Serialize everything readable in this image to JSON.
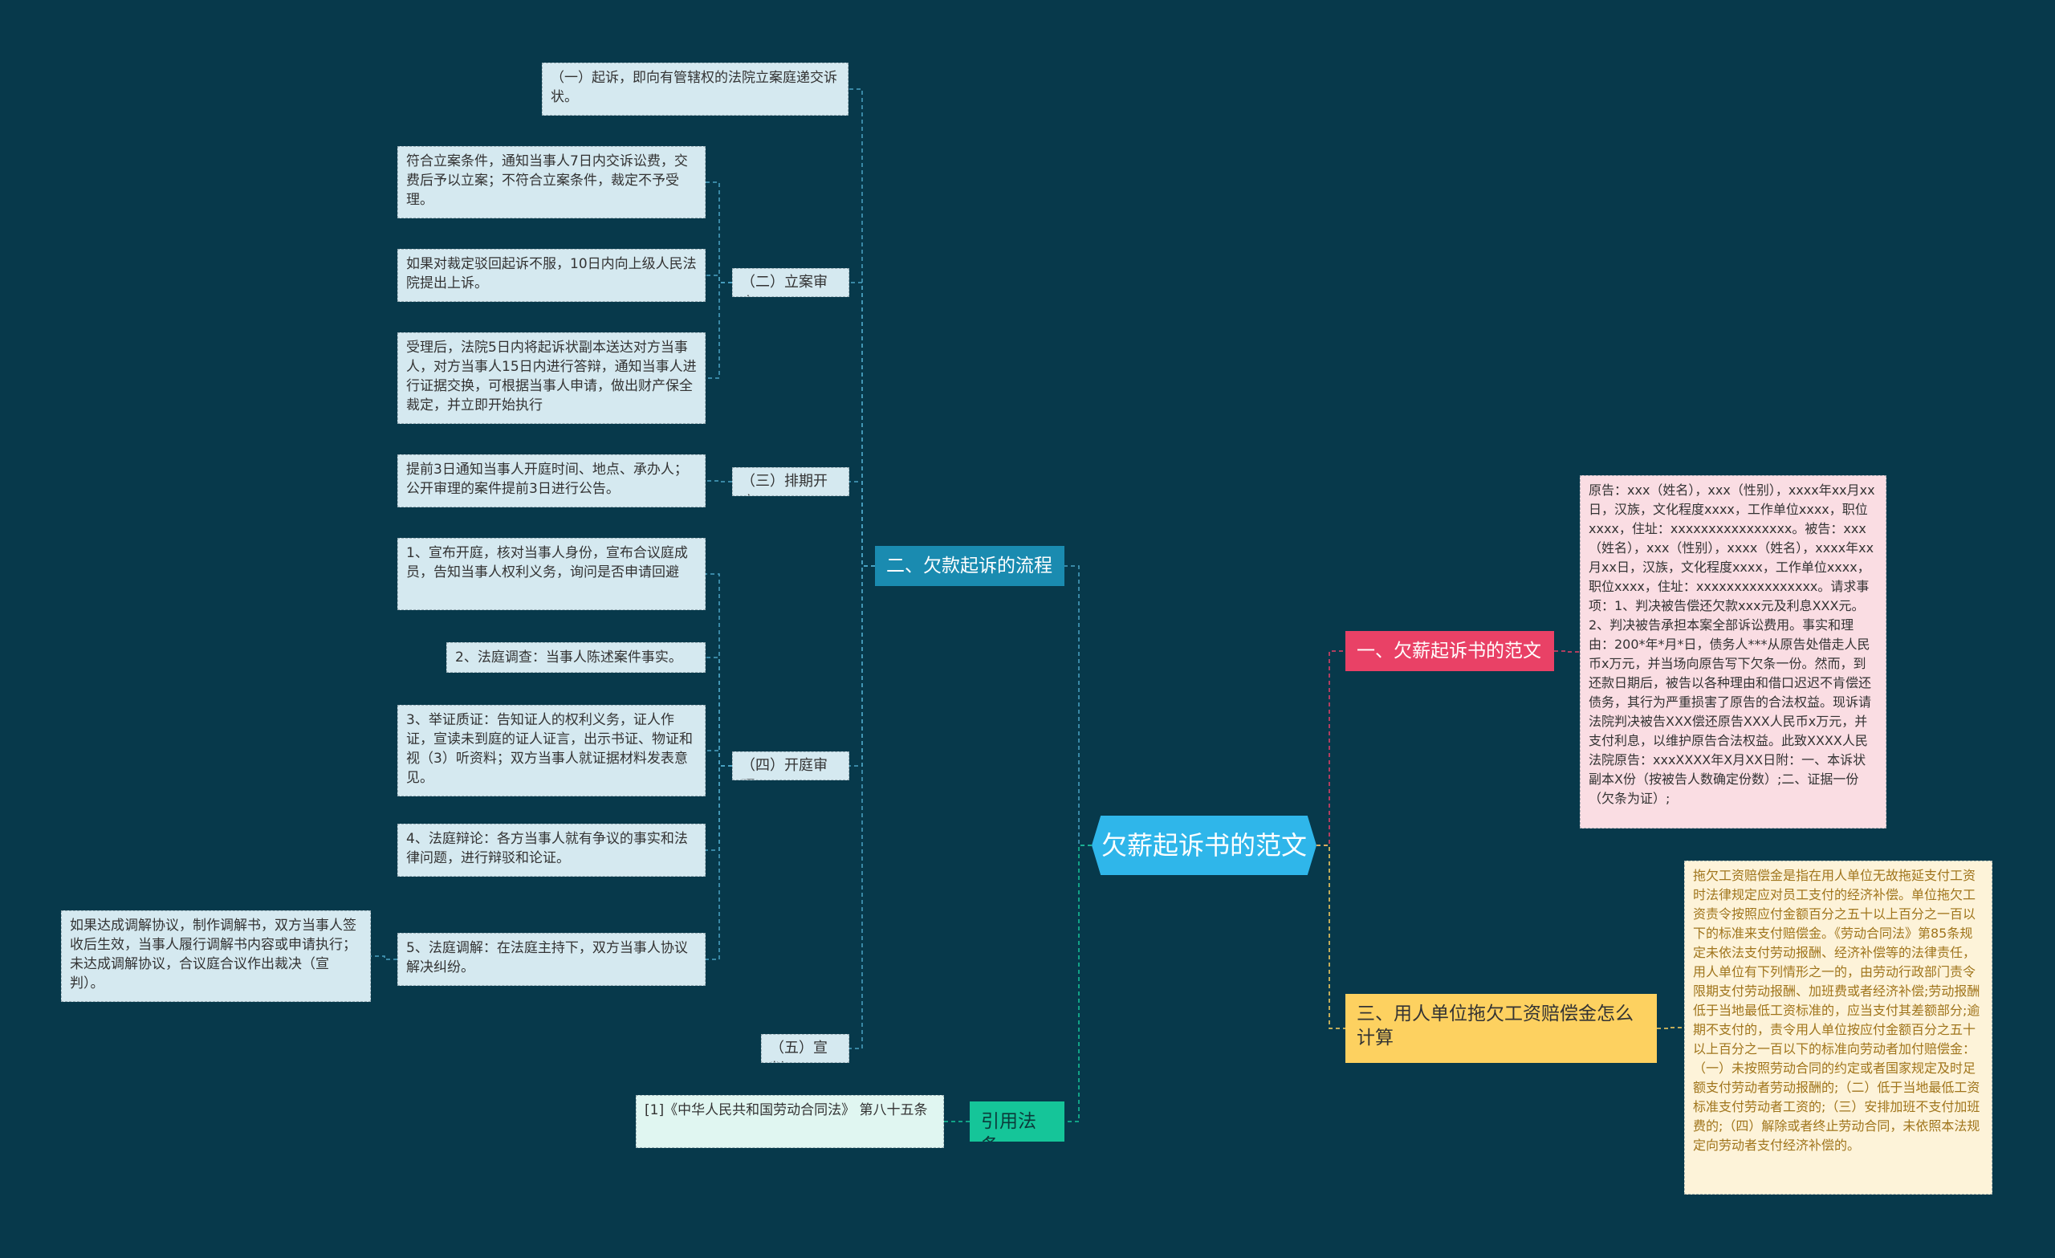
{
  "root": {
    "label": "欠薪起诉书的范文"
  },
  "branch_process": {
    "label": "二、欠款起诉的流程",
    "step1": {
      "label": "（一）起诉，即向有管辖权的法院立案庭递交诉状。"
    },
    "step2": {
      "label": "（二）立案审查",
      "items": [
        "符合立案条件，通知当事人7日内交诉讼费，交费后予以立案；不符合立案条件，裁定不予受理。",
        "如果对裁定驳回起诉不服，10日内向上级人民法院提出上诉。",
        "受理后，法院5日内将起诉状副本送达对方当事人，对方当事人15日内进行答辩，通知当事人进行证据交换，可根据当事人申请，做出财产保全裁定，并立即开始执行"
      ]
    },
    "step3": {
      "label": "（三）排期开庭",
      "items": [
        "提前3日通知当事人开庭时间、地点、承办人；公开审理的案件提前3日进行公告。"
      ]
    },
    "step4": {
      "label": "（四）开庭审理",
      "items": [
        "1、宣布开庭，核对当事人身份，宣布合议庭成员，告知当事人权利义务，询问是否申请回避",
        "2、法庭调查：当事人陈述案件事实。",
        "3、举证质证：告知证人的权利义务，证人作证，宣读未到庭的证人证言，出示书证、物证和视（3）听资料；双方当事人就证据材料发表意见。",
        "4、法庭辩论：各方当事人就有争议的事实和法律问题，进行辩驳和论证。",
        "5、法庭调解：在法庭主持下，双方当事人协议解决纠纷。"
      ],
      "mediation_note": "如果达成调解协议，制作调解书，双方当事人签收后生效，当事人履行调解书内容或申请执行；未达成调解协议，合议庭合议作出裁决（宣判）。"
    },
    "step5": {
      "label": "（五）宣判"
    }
  },
  "branch_law": {
    "label": "引用法条",
    "citation": "[1]《中华人民共和国劳动合同法》 第八十五条"
  },
  "branch_sample": {
    "label": "一、欠薪起诉书的范文",
    "detail": "原告：xxx（姓名），xxx（性别），xxxx年xx月xx日，汉族，文化程度xxxx，工作单位xxxx，职位xxxx，住址：xxxxxxxxxxxxxxxx。被告：xxx（姓名），xxx（性别），xxxx（姓名），xxxx年xx月xx日，汉族，文化程度xxxx，工作单位xxxx，职位xxxx，住址：xxxxxxxxxxxxxxxx。请求事项：1、判决被告偿还欠款xxx元及利息XXX元。2、判决被告承担本案全部诉讼费用。事实和理由：200*年*月*日，债务人***从原告处借走人民币x万元，并当场向原告写下欠条一份。然而，到还款日期后，被告以各种理由和借口迟迟不肯偿还债务，其行为严重损害了原告的合法权益。现诉请法院判决被告XXX偿还原告XXX人民币x万元，并支付利息，以维护原告合法权益。此致XXXX人民法院原告：xxxXXXX年X月XX日附：一、本诉状副本X份（按被告人数确定份数）;二、证据一份（欠条为证）;"
  },
  "branch_compensation": {
    "label": "三、用人单位拖欠工资赔偿金怎么计算",
    "detail": "拖欠工资赔偿金是指在用人单位无故拖延支付工资时法律规定应对员工支付的经济补偿。单位拖欠工资责令按照应付金额百分之五十以上百分之一百以下的标准来支付赔偿金。《劳动合同法》第85条规定未依法支付劳动报酬、经济补偿等的法律责任，用人单位有下列情形之一的，由劳动行政部门责令限期支付劳动报酬、加班费或者经济补偿;劳动报酬低于当地最低工资标准的，应当支付其差额部分;逾期不支付的，责令用人单位按应付金额百分之五十以上百分之一百以下的标准向劳动者加付赔偿金：（一）未按照劳动合同的约定或者国家规定及时足额支付劳动者劳动报酬的;（二）低于当地最低工资标准支付劳动者工资的;（三）安排加班不支付加班费的;（四）解除或者终止劳动合同，未依照本法规定向劳动者支付经济补偿的。"
  },
  "colors": {
    "background": "#07394b",
    "root": "#2fb6ea",
    "branch_process": "#1a8bb0",
    "branch_law": "#15c599",
    "branch_sample": "#e94166",
    "branch_compensation": "#fdd160"
  }
}
